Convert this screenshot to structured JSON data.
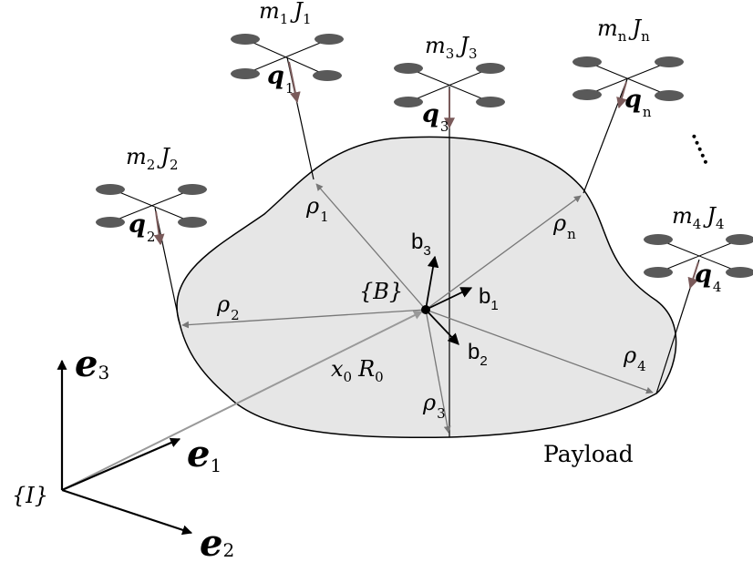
{
  "colors": {
    "payload_fill": "#e6e6e6",
    "payload_stroke": "#000000",
    "rotor": "#595959",
    "cable_vector": "#7a5a5a",
    "position_vector": "#777777",
    "text": "#000000"
  },
  "frames": {
    "inertial": "{I}",
    "body": "{B}"
  },
  "inertial_axes": {
    "e1": {
      "base": "e",
      "sub": "1"
    },
    "e2": {
      "base": "e",
      "sub": "2"
    },
    "e3": {
      "base": "e",
      "sub": "3"
    }
  },
  "body_axes": {
    "b1": {
      "base": "b",
      "sub": "1"
    },
    "b2": {
      "base": "b",
      "sub": "2"
    },
    "b3": {
      "base": "b",
      "sub": "3"
    }
  },
  "payload": {
    "label": "Payload",
    "pose": {
      "x": "x",
      "x_sub": "0",
      "R": "R",
      "R_sub": "0"
    }
  },
  "quadrotors": [
    {
      "id": "1",
      "m": "m",
      "m_sub": "1",
      "J": "J",
      "J_sub": "1",
      "q": "q",
      "q_sub": "1"
    },
    {
      "id": "2",
      "m": "m",
      "m_sub": "2",
      "J": "J",
      "J_sub": "2",
      "q": "q",
      "q_sub": "2"
    },
    {
      "id": "3",
      "m": "m",
      "m_sub": "3",
      "J": "J",
      "J_sub": "3",
      "q": "q",
      "q_sub": "3"
    },
    {
      "id": "n",
      "m": "m",
      "m_sub": "n",
      "J": "J",
      "J_sub": "n",
      "q": "q",
      "q_sub": "n"
    },
    {
      "id": "4",
      "m": "m",
      "m_sub": "4",
      "J": "J",
      "J_sub": "4",
      "q": "q",
      "q_sub": "4"
    }
  ],
  "attachment_vectors": [
    {
      "base": "ρ",
      "sub": "1"
    },
    {
      "base": "ρ",
      "sub": "2"
    },
    {
      "base": "ρ",
      "sub": "3"
    },
    {
      "base": "ρ",
      "sub": "n"
    },
    {
      "base": "ρ",
      "sub": "4"
    }
  ],
  "ellipsis": "·····"
}
